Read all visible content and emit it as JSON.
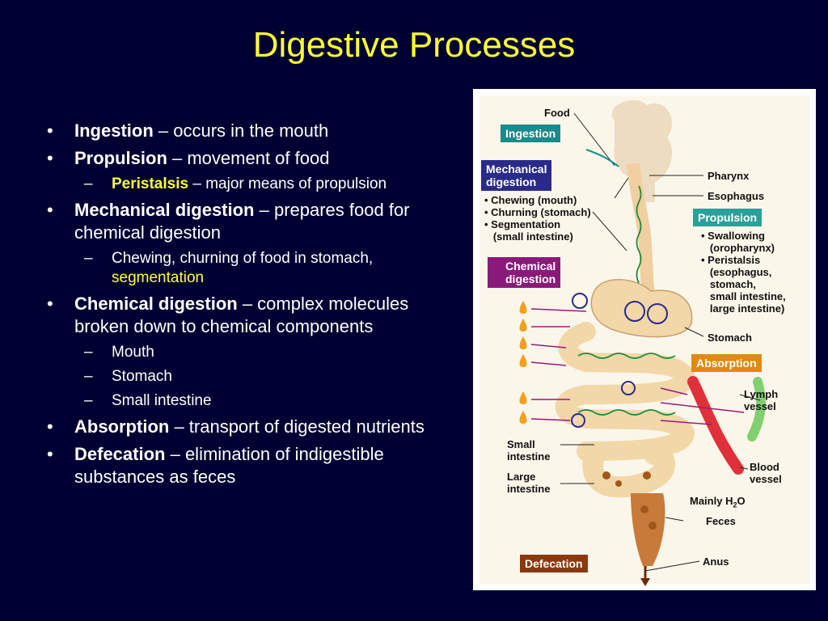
{
  "slide": {
    "title": "Digestive Processes"
  },
  "bullets": {
    "ingestion": {
      "term": "Ingestion",
      "rest": " – occurs in the mouth"
    },
    "propulsion": {
      "term": "Propulsion",
      "rest": " – movement of food",
      "sub": {
        "term": "Peristalsis",
        "rest": " – major means of propulsion"
      }
    },
    "mechanical": {
      "term": "Mechanical digestion",
      "rest": " – prepares food for chemical digestion",
      "sub": {
        "text": "Chewing, churning of food in stomach, ",
        "highlight": "segmentation"
      }
    },
    "chemical": {
      "term": "Chemical digestion",
      "rest": " – complex molecules broken down to chemical components",
      "subs": [
        "Mouth",
        "Stomach",
        "Small intestine"
      ]
    },
    "absorption": {
      "term": "Absorption",
      "rest": " – transport of digested nutrients"
    },
    "defecation": {
      "term": "Defecation",
      "rest": " – elimination of indigestible substances as feces"
    }
  },
  "figure": {
    "labels": {
      "food": "Food",
      "pharynx": "Pharynx",
      "esophagus": "Esophagus",
      "stomach": "Stomach",
      "lymph": [
        "Lymph",
        "vessel"
      ],
      "blood": [
        "Blood",
        "vessel"
      ],
      "small_intestine": [
        "Small",
        "intestine"
      ],
      "large_intestine": [
        "Large",
        "intestine"
      ],
      "mainly_h2o_prefix": "Mainly H",
      "mainly_h2o_sub": "2",
      "mainly_h2o_suffix": "O",
      "feces": "Feces",
      "anus": "Anus"
    },
    "boxes": {
      "ingestion": "Ingestion",
      "mechanical": [
        "Mechanical",
        "digestion"
      ],
      "chemical": [
        "Chemical",
        "digestion"
      ],
      "propulsion": "Propulsion",
      "absorption": "Absorption",
      "defecation": "Defecation"
    },
    "mechanical_list": [
      "• Chewing (mouth)",
      "• Churning (stomach)",
      "• Segmentation",
      "   (small intestine)"
    ],
    "propulsion_list": [
      "• Swallowing",
      "   (oropharynx)",
      "• Peristalsis",
      "   (esophagus,",
      "   stomach,",
      "   small intestine,",
      "   large intestine)"
    ],
    "colors": {
      "ingestion_box": "#1a8a8a",
      "mechanical_box": "#2a2a8a",
      "chemical_box": "#8a1a7a",
      "propulsion_box": "#2aa09a",
      "absorption_box": "#e08a10",
      "defecation_box": "#8a3a10",
      "tract_fill": "#f2d7a8",
      "nerve": "#1f8a3a"
    }
  }
}
